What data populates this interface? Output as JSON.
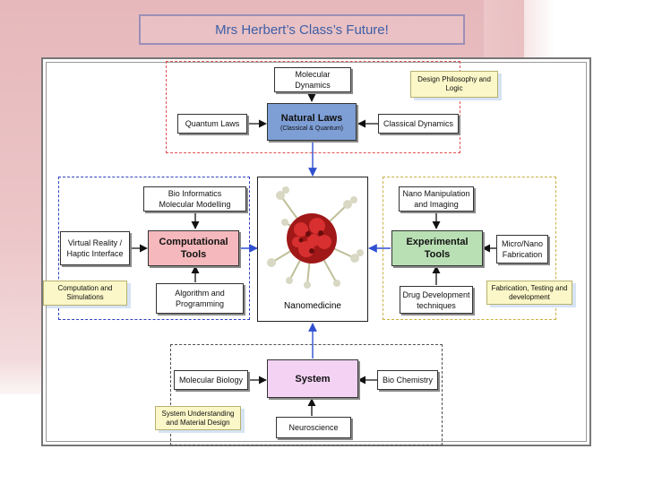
{
  "slide": {
    "title": "Mrs Herbert’s Class’s Future!"
  },
  "diagram": {
    "top": {
      "main": {
        "label": "Natural Laws",
        "sub": "(Classical & Quantum)"
      },
      "left": "Quantum Laws",
      "top": "Molecular\nDynamics",
      "right": "Classical Dynamics",
      "note": "Design Philosophy and\nLogic"
    },
    "left": {
      "main": {
        "label": "Computational\nTools"
      },
      "top": "Bio Informatics\nMolecular Modelling",
      "left": "Virtual Reality /\nHaptic Interface",
      "bottom": "Algorithm and\nProgramming",
      "note": "Computation and\nSimulations"
    },
    "right": {
      "main": {
        "label": "Experimental\nTools"
      },
      "top": "Nano Manipulation\nand Imaging",
      "right": "Micro/Nano\nFabrication",
      "bottom": "Drug Development\ntechniques",
      "note": "Fabrication, Testing and\ndevelopment"
    },
    "bottom": {
      "main": {
        "label": "System"
      },
      "left": "Molecular Biology",
      "right": "Bio Chemistry",
      "bottom": "Neuroscience",
      "note": "System Understanding\nand Material Design"
    },
    "center": {
      "label": "Nanomedicine"
    },
    "colors": {
      "natural_laws": "#7e9fd6",
      "computational": "#f5b8bc",
      "experimental": "#b9e0b4",
      "system": "#f3d2f3",
      "arrow": "#3050d0"
    }
  }
}
